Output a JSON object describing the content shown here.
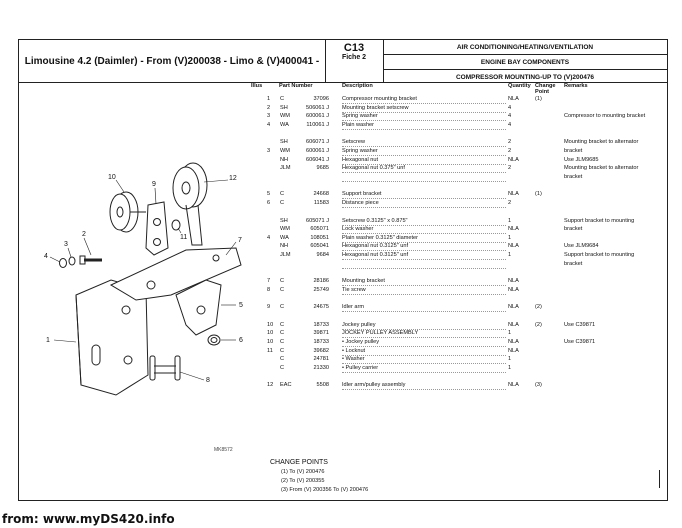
{
  "header": {
    "title": "Limousine 4.2 (Daimler) - From (V)200038 - Limo & (V)400041 -",
    "code": "C13",
    "fiche": "Fiche 2",
    "group": "AIR CONDITIONING/HEATING/VENTILATION",
    "subgroup": "ENGINE BAY COMPONENTS",
    "section": "COMPRESSOR MOUNTING-UP TO (V)200476"
  },
  "columns": {
    "illus": "Illus",
    "part_number": "Part Number",
    "description": "Description",
    "quantity": "Quantity",
    "change_point": "Change Point",
    "remarks": "Remarks"
  },
  "diagram": {
    "ref": "MK8572",
    "callouts": [
      "1",
      "2",
      "3",
      "4",
      "5",
      "6",
      "7",
      "8",
      "9",
      "10",
      "11",
      "12"
    ]
  },
  "parts": [
    {
      "illus": "1",
      "pref": "C",
      "num": "37096",
      "desc": "Compressor mounting bracket",
      "qty": "NLA",
      "cp": "(1)",
      "rem": ""
    },
    {
      "illus": "2",
      "pref": "SH",
      "num": "506061 J",
      "desc": "Mounting bracket setscrew",
      "qty": "4",
      "cp": "",
      "rem": ""
    },
    {
      "illus": "3",
      "pref": "WM",
      "num": "600061 J",
      "desc": "Spring washer",
      "qty": "4",
      "cp": "",
      "rem": "Compressor to mounting bracket"
    },
    {
      "illus": "4",
      "pref": "WA",
      "num": "110061 J",
      "desc": "Plain washer",
      "qty": "4",
      "cp": "",
      "rem": ""
    },
    {
      "gap": true
    },
    {
      "illus": "",
      "pref": "SH",
      "num": "606071 J",
      "desc": "Setscrew",
      "qty": "2",
      "cp": "",
      "rem": "Mounting bracket to alternator"
    },
    {
      "illus": "3",
      "pref": "WM",
      "num": "600061 J",
      "desc": "Spring washer",
      "qty": "2",
      "cp": "",
      "rem": "bracket"
    },
    {
      "illus": "",
      "pref": "NH",
      "num": "606041 J",
      "desc": "Hexagonal nut",
      "qty": "NLA",
      "cp": "",
      "rem": "Use JLM9685"
    },
    {
      "illus": "",
      "pref": "JLM",
      "num": "9685",
      "desc": "Hexagonal nut 0.375\" unf",
      "qty": "2",
      "cp": "",
      "rem": "Mounting bracket to alternator"
    },
    {
      "illus": "",
      "pref": "",
      "num": "",
      "desc": "",
      "qty": "",
      "cp": "",
      "rem": "bracket"
    },
    {
      "gap": true
    },
    {
      "illus": "5",
      "pref": "C",
      "num": "24668",
      "desc": "Support bracket",
      "qty": "NLA",
      "cp": "(1)",
      "rem": ""
    },
    {
      "illus": "6",
      "pref": "C",
      "num": "11583",
      "desc": "Distance piece",
      "qty": "2",
      "cp": "",
      "rem": ""
    },
    {
      "gap": true
    },
    {
      "illus": "",
      "pref": "SH",
      "num": "605071 J",
      "desc": "Setscrew 0.3125\" x 0.875\"",
      "qty": "1",
      "cp": "",
      "rem": "Support bracket to mounting"
    },
    {
      "illus": "",
      "pref": "WM",
      "num": "605071",
      "desc": "Lock washer",
      "qty": "NLA",
      "cp": "",
      "rem": "bracket"
    },
    {
      "illus": "4",
      "pref": "WA",
      "num": "108051",
      "desc": "Plain washer 0.3125\" diameter",
      "qty": "1",
      "cp": "",
      "rem": ""
    },
    {
      "illus": "",
      "pref": "NH",
      "num": "605041",
      "desc": "Hexagonal nut 0.3125\" unf",
      "qty": "NLA",
      "cp": "",
      "rem": "Use JLM9684"
    },
    {
      "illus": "",
      "pref": "JLM",
      "num": "9684",
      "desc": "Hexagonal nut 0.3125\" unf",
      "qty": "1",
      "cp": "",
      "rem": "Support bracket to mounting"
    },
    {
      "illus": "",
      "pref": "",
      "num": "",
      "desc": "",
      "qty": "",
      "cp": "",
      "rem": "bracket"
    },
    {
      "gap": true
    },
    {
      "illus": "7",
      "pref": "C",
      "num": "28186",
      "desc": "Mounting bracket",
      "qty": "NLA",
      "cp": "",
      "rem": ""
    },
    {
      "illus": "8",
      "pref": "C",
      "num": "25749",
      "desc": "Tie screw",
      "qty": "NLA",
      "cp": "",
      "rem": ""
    },
    {
      "gap": true
    },
    {
      "illus": "9",
      "pref": "C",
      "num": "24675",
      "desc": "Idler arm",
      "qty": "NLA",
      "cp": "(2)",
      "rem": ""
    },
    {
      "gap": true
    },
    {
      "illus": "10",
      "pref": "C",
      "num": "18733",
      "desc": "Jockey pulley",
      "qty": "NLA",
      "cp": "(2)",
      "rem": "Use C39871"
    },
    {
      "illus": "10",
      "pref": "C",
      "num": "39871",
      "desc": "JOCKEY PULLEY ASSEMBLY",
      "qty": "1",
      "cp": "",
      "rem": ""
    },
    {
      "illus": "10",
      "pref": "C",
      "num": "18733",
      "desc": "• Jockey pulley",
      "qty": "NLA",
      "cp": "",
      "rem": "Use C39871"
    },
    {
      "illus": "11",
      "pref": "C",
      "num": "39682",
      "desc": "• Locknut",
      "qty": "NLA",
      "cp": "",
      "rem": ""
    },
    {
      "illus": "",
      "pref": "C",
      "num": "24781",
      "desc": "• Washer",
      "qty": "1",
      "cp": "",
      "rem": ""
    },
    {
      "illus": "",
      "pref": "C",
      "num": "21330",
      "desc": "• Pulley carrier",
      "qty": "1",
      "cp": "",
      "rem": ""
    },
    {
      "gap": true
    },
    {
      "illus": "12",
      "pref": "EAC",
      "num": "5508",
      "desc": "Idler arm/pulley assembly",
      "qty": "NLA",
      "cp": "(3)",
      "rem": ""
    }
  ],
  "change_points": {
    "title": "CHANGE POINTS",
    "items": [
      "(1) To (V) 200476",
      "(2) To (V) 200355",
      "(3) From (V) 200356 To (V) 200476"
    ]
  },
  "footer": {
    "source": "from: www.myDS420.info"
  }
}
